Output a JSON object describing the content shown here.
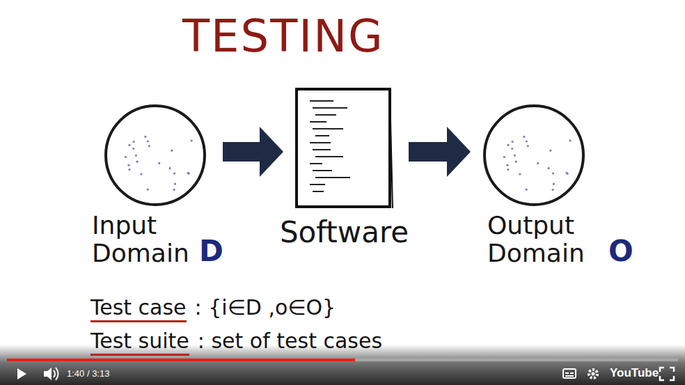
{
  "diagram": {
    "title": "TESTING",
    "nodes": [
      {
        "text": [
          "Input Domain",
          "D"
        ]
      },
      {
        "text": [
          "Software"
        ]
      },
      {
        "text": [
          "Output Domain",
          "O"
        ]
      }
    ],
    "edges": [
      {
        "from": 0,
        "to": 1,
        "arrow": "to"
      },
      {
        "from": 1,
        "to": 2,
        "arrow": "to"
      }
    ],
    "labels": [
      "Test case",
      ": {i∈D ,o∈O}",
      "Test suite",
      ": set of test cases",
      "1:40 / 3:13",
      "YouTube"
    ]
  }
}
